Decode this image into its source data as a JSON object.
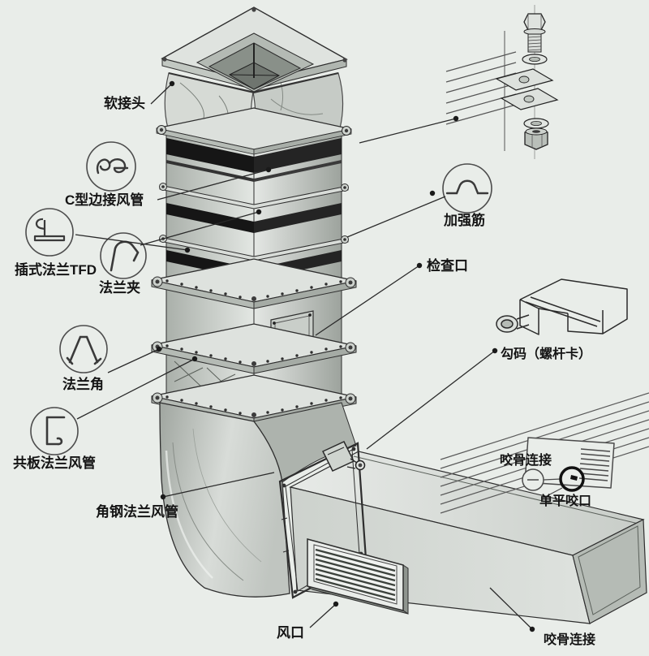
{
  "canvas": {
    "background": "#e9ede9",
    "line_color": "#2e2e2e",
    "text_color": "#141414",
    "duct_light": "#e2e6e2",
    "duct_dark": "#9fa59f",
    "band_black": "#161616"
  },
  "labels": {
    "soft_joint": "软接头",
    "c_type_duct": "C型边接风管",
    "plug_flange_tfd": "插式法兰TFD",
    "flange_clamp": "法兰夹",
    "flange_corner": "法兰角",
    "common_plate_duct": "共板法兰风管",
    "angle_steel_duct": "角钢法兰风管",
    "stiffener_rib": "加强筋",
    "inspection_port": "检查口",
    "hook_clamp": "勾码（螺杆卡）",
    "seam_joint_mid": "咬骨连接",
    "single_flat_seam": "单平咬口",
    "air_outlet": "风口",
    "seam_joint_bottom": "咬骨连接"
  },
  "icons": [
    "c-type-seam-profile-icon",
    "plug-flange-profile-icon",
    "flange-clamp-profile-icon",
    "flange-corner-profile-icon",
    "common-plate-profile-icon",
    "stiffener-rib-profile-icon"
  ]
}
